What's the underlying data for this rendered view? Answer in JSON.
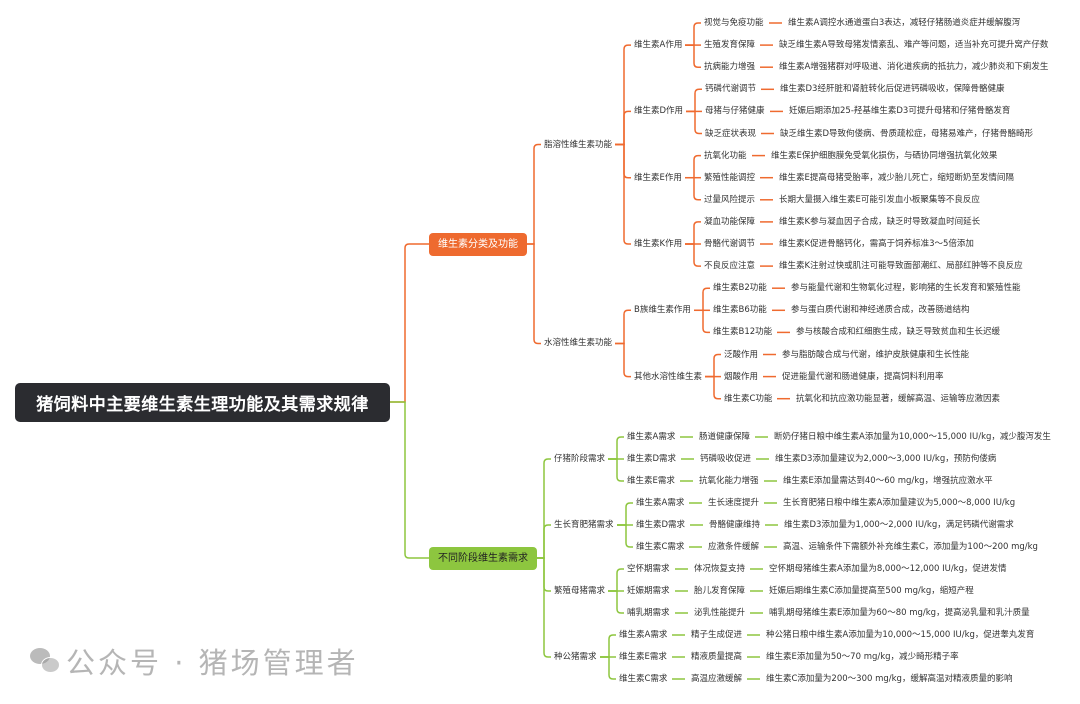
{
  "title": "猪饲料中主要维生素生理功能及其需求规律",
  "colors": {
    "orange": "#ef6a2f",
    "green": "#8dc63f",
    "root": "#2b2c30"
  },
  "watermark": "公众号 · 猪场管理者",
  "branches": [
    {
      "label": "维生素分类及功能",
      "color": "orange",
      "children": [
        {
          "label": "脂溶性维生素功能",
          "children": [
            {
              "label": "维生素A作用",
              "children": [
                {
                  "label": "视觉与免疫功能",
                  "children": [
                    {
                      "label": "维生素A调控水通道蛋白3表达，减轻仔猪肠道炎症并缓解腹泻"
                    }
                  ]
                },
                {
                  "label": "生殖发育保障",
                  "children": [
                    {
                      "label": "缺乏维生素A导致母猪发情紊乱、难产等问题，适当补充可提升窝产仔数"
                    }
                  ]
                },
                {
                  "label": "抗病能力增强",
                  "children": [
                    {
                      "label": "维生素A增强猪群对呼吸道、消化道疾病的抵抗力，减少肺炎和下痢发生"
                    }
                  ]
                }
              ]
            },
            {
              "label": "维生素D作用",
              "children": [
                {
                  "label": "钙磷代谢调节",
                  "children": [
                    {
                      "label": "维生素D3经肝脏和肾脏转化后促进钙磷吸收，保障骨骼健康"
                    }
                  ]
                },
                {
                  "label": "母猪与仔猪健康",
                  "children": [
                    {
                      "label": "妊娠后期添加25-羟基维生素D3可提升母猪和仔猪骨骼发育"
                    }
                  ]
                },
                {
                  "label": "缺乏症状表现",
                  "children": [
                    {
                      "label": "缺乏维生素D导致佝偻病、骨质疏松症，母猪易难产，仔猪骨骼畸形"
                    }
                  ]
                }
              ]
            },
            {
              "label": "维生素E作用",
              "children": [
                {
                  "label": "抗氧化功能",
                  "children": [
                    {
                      "label": "维生素E保护细胞膜免受氧化损伤，与硒协同增强抗氧化效果"
                    }
                  ]
                },
                {
                  "label": "繁殖性能调控",
                  "children": [
                    {
                      "label": "维生素E提高母猪受胎率，减少胎儿死亡，缩短断奶至发情间隔"
                    }
                  ]
                },
                {
                  "label": "过量风险提示",
                  "children": [
                    {
                      "label": "长期大量摄入维生素E可能引发血小板聚集等不良反应"
                    }
                  ]
                }
              ]
            },
            {
              "label": "维生素K作用",
              "children": [
                {
                  "label": "凝血功能保障",
                  "children": [
                    {
                      "label": "维生素K参与凝血因子合成，缺乏时导致凝血时间延长"
                    }
                  ]
                },
                {
                  "label": "骨骼代谢调节",
                  "children": [
                    {
                      "label": "维生素K促进骨骼钙化，需高于饲养标准3～5倍添加"
                    }
                  ]
                },
                {
                  "label": "不良反应注意",
                  "children": [
                    {
                      "label": "维生素K注射过快或肌注可能导致面部潮红、局部红肿等不良反应"
                    }
                  ]
                }
              ]
            }
          ]
        },
        {
          "label": "水溶性维生素功能",
          "children": [
            {
              "label": "B族维生素作用",
              "children": [
                {
                  "label": "维生素B2功能",
                  "children": [
                    {
                      "label": "参与能量代谢和生物氧化过程，影响猪的生长发育和繁殖性能"
                    }
                  ]
                },
                {
                  "label": "维生素B6功能",
                  "children": [
                    {
                      "label": "参与蛋白质代谢和神经递质合成，改善肠道结构"
                    }
                  ]
                },
                {
                  "label": "维生素B12功能",
                  "children": [
                    {
                      "label": "参与核酸合成和红细胞生成，缺乏导致贫血和生长迟缓"
                    }
                  ]
                }
              ]
            },
            {
              "label": "其他水溶性维生素",
              "children": [
                {
                  "label": "泛酸作用",
                  "children": [
                    {
                      "label": "参与脂肪酸合成与代谢，维护皮肤健康和生长性能"
                    }
                  ]
                },
                {
                  "label": "烟酸作用",
                  "children": [
                    {
                      "label": "促进能量代谢和肠道健康，提高饲料利用率"
                    }
                  ]
                },
                {
                  "label": "维生素C功能",
                  "children": [
                    {
                      "label": "抗氧化和抗应激功能显著，缓解高温、运输等应激因素"
                    }
                  ]
                }
              ]
            }
          ]
        }
      ]
    },
    {
      "label": "不同阶段维生素需求",
      "color": "green",
      "children": [
        {
          "label": "仔猪阶段需求",
          "children": [
            {
              "label": "维生素A需求",
              "children": [
                {
                  "label": "肠道健康保障",
                  "children": [
                    {
                      "label": "断奶仔猪日粮中维生素A添加量为10,000～15,000 IU/kg，减少腹泻发生"
                    }
                  ]
                }
              ]
            },
            {
              "label": "维生素D需求",
              "children": [
                {
                  "label": "钙磷吸收促进",
                  "children": [
                    {
                      "label": "维生素D3添加量建议为2,000～3,000 IU/kg，预防佝偻病"
                    }
                  ]
                }
              ]
            },
            {
              "label": "维生素E需求",
              "children": [
                {
                  "label": "抗氧化能力增强",
                  "children": [
                    {
                      "label": "维生素E添加量需达到40～60 mg/kg，增强抗应激水平"
                    }
                  ]
                }
              ]
            }
          ]
        },
        {
          "label": "生长育肥猪需求",
          "children": [
            {
              "label": "维生素A需求",
              "children": [
                {
                  "label": "生长速度提升",
                  "children": [
                    {
                      "label": "生长育肥猪日粮中维生素A添加量建议为5,000～8,000 IU/kg"
                    }
                  ]
                }
              ]
            },
            {
              "label": "维生素D需求",
              "children": [
                {
                  "label": "骨骼健康维持",
                  "children": [
                    {
                      "label": "维生素D3添加量为1,000～2,000 IU/kg，满足钙磷代谢需求"
                    }
                  ]
                }
              ]
            },
            {
              "label": "维生素C需求",
              "children": [
                {
                  "label": "应激条件缓解",
                  "children": [
                    {
                      "label": "高温、运输条件下需额外补充维生素C，添加量为100～200 mg/kg"
                    }
                  ]
                }
              ]
            }
          ]
        },
        {
          "label": "繁殖母猪需求",
          "children": [
            {
              "label": "空怀期需求",
              "children": [
                {
                  "label": "体况恢复支持",
                  "children": [
                    {
                      "label": "空怀期母猪维生素A添加量为8,000～12,000 IU/kg，促进发情"
                    }
                  ]
                }
              ]
            },
            {
              "label": "妊娠期需求",
              "children": [
                {
                  "label": "胎儿发育保障",
                  "children": [
                    {
                      "label": "妊娠后期维生素C添加量提高至500 mg/kg，缩短产程"
                    }
                  ]
                }
              ]
            },
            {
              "label": "哺乳期需求",
              "children": [
                {
                  "label": "泌乳性能提升",
                  "children": [
                    {
                      "label": "哺乳期母猪维生素E添加量为60～80 mg/kg，提高泌乳量和乳汁质量"
                    }
                  ]
                }
              ]
            }
          ]
        },
        {
          "label": "种公猪需求",
          "children": [
            {
              "label": "维生素A需求",
              "children": [
                {
                  "label": "精子生成促进",
                  "children": [
                    {
                      "label": "种公猪日粮中维生素A添加量为10,000～15,000 IU/kg，促进睾丸发育"
                    }
                  ]
                }
              ]
            },
            {
              "label": "维生素E需求",
              "children": [
                {
                  "label": "精液质量提高",
                  "children": [
                    {
                      "label": "维生素E添加量为50～70 mg/kg，减少畸形精子率"
                    }
                  ]
                }
              ]
            },
            {
              "label": "维生素C需求",
              "children": [
                {
                  "label": "高温应激缓解",
                  "children": [
                    {
                      "label": "维生素C添加量为200～300 mg/kg，缓解高温对精液质量的影响"
                    }
                  ]
                }
              ]
            }
          ]
        }
      ]
    }
  ]
}
